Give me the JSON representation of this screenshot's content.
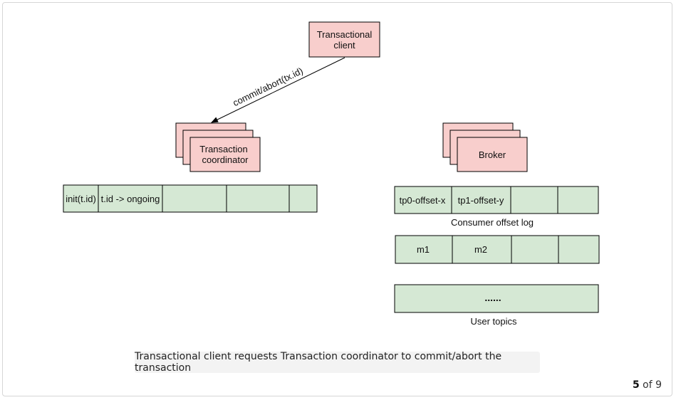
{
  "diagram": {
    "client_label": [
      "Transactional",
      "client"
    ],
    "arrow_label": "commit/abort(tx.id)",
    "coordinator_label": [
      "Transaction",
      "coordinator"
    ],
    "broker_label": "Broker",
    "coordinator_log": [
      "init(t.id)",
      "t.id -> ongoing",
      "",
      "",
      ""
    ],
    "consumer_offset_log": [
      "tp0-offset-x",
      "tp1-offset-y",
      "",
      ""
    ],
    "consumer_offset_log_caption": "Consumer offset log",
    "messages_row": [
      "m1",
      "m2",
      "",
      ""
    ],
    "user_topics_row": "......",
    "user_topics_caption": "User topics"
  },
  "colors": {
    "box_fill": "#f8cecc",
    "cell_fill": "#d5e8d4",
    "stroke": "#000000"
  },
  "caption": "Transactional client requests Transaction coordinator to commit/abort the transaction",
  "pager": {
    "current": "5",
    "of_label": "of 9"
  }
}
